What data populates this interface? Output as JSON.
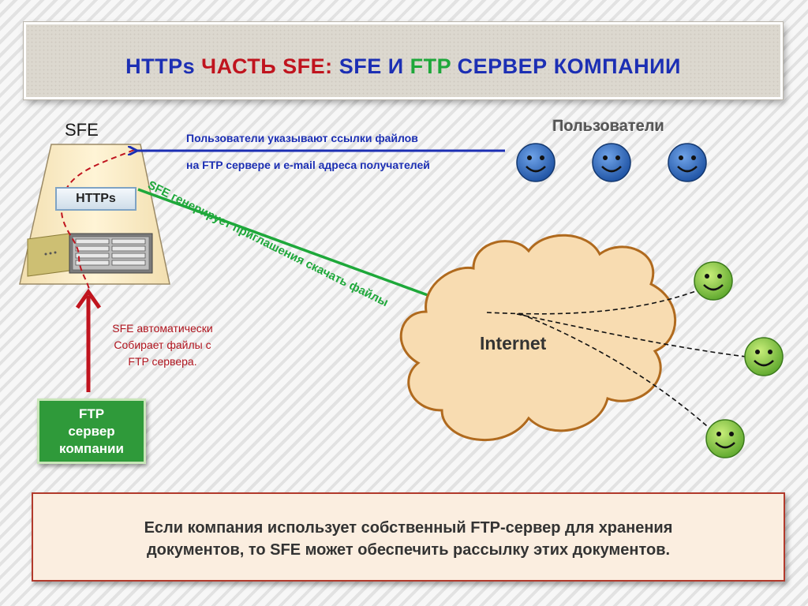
{
  "title": {
    "part1": "HTTPs",
    "part2": "ЧАСТЬ SFE:",
    "part3": "SFE И",
    "part4": "FTP",
    "part5": "СЕРВЕР КОМПАНИИ"
  },
  "sfe": {
    "label": "SFE",
    "https_label": "HTTPs"
  },
  "users": {
    "label": "Пользователи"
  },
  "messages": {
    "users_line1": "Пользователи указывают ссылки файлов",
    "users_line2": "на FTP сервере и e-mail адреса получателей",
    "invites": "SFE генерирует приглашения скачать файлы",
    "auto_line1": "SFE автоматически",
    "auto_line2": "Собирает файлы с",
    "auto_line3": "FTP сервера."
  },
  "ftp_server": {
    "line1": "FTP",
    "line2": "сервер",
    "line3": "компании"
  },
  "internet": {
    "label": "Internet"
  },
  "footer": {
    "line1": "Если компания использует собственный FTP-сервер для хранения",
    "line2": "документов, то SFE может обеспечить рассылку этих документов."
  },
  "colors": {
    "blue": "#1c2fb4",
    "red": "#c0141e",
    "green": "#1ea83a",
    "smiley_blue": "#1f5fb8",
    "smiley_green": "#7cc23a",
    "cloud_fill": "#f8dcb1",
    "cloud_stroke": "#b06a1e"
  },
  "icons": [
    "smiley-icon",
    "server-rack-icon",
    "cloud-icon"
  ]
}
